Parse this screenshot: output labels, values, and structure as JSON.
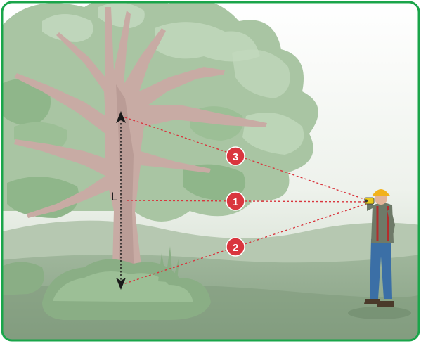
{
  "diagram": {
    "length_label": "L",
    "markers": [
      {
        "id": "1",
        "label": "1"
      },
      {
        "id": "2",
        "label": "2"
      },
      {
        "id": "3",
        "label": "3"
      }
    ]
  },
  "colors": {
    "frame_border": "#1aa54a",
    "sky": "#ffffff",
    "ground": "#8fa98c",
    "foliage": "#a8c4a2",
    "foliage_dark": "#8db487",
    "trunk": "#c4a7a0",
    "trunk_shadow": "#a98d89",
    "marker_fill": "#d9363e",
    "sightline": "#d9363e",
    "helmet": "#f2b21b",
    "jeans": "#3b6fa6",
    "shirt": "#6e7a68",
    "suspenders": "#b32d2d",
    "device": "#e7c91a"
  },
  "icons": {
    "arrow_up": "arrowhead-up-icon",
    "arrow_down": "arrowhead-down-icon",
    "rangefinder": "laser-rangefinder-icon"
  }
}
